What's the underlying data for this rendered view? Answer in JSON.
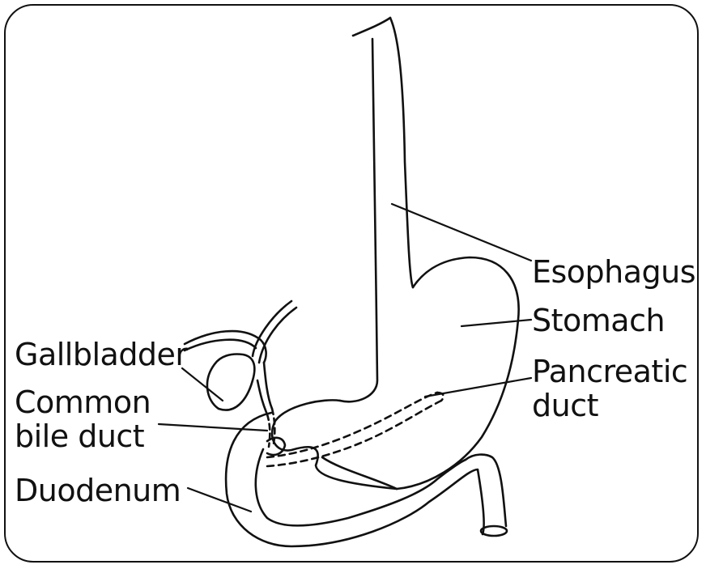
{
  "labels": {
    "esophagus": "Esophagus",
    "stomach": "Stomach",
    "pancreatic_duct_1": "Pancreatic",
    "pancreatic_duct_2": "duct",
    "gallbladder": "Gallbladder",
    "common_bile_duct_1": "Common",
    "common_bile_duct_2": "bile duct",
    "duodenum": "Duodenum"
  },
  "colors": {
    "line": "#111111",
    "background": "#ffffff"
  }
}
